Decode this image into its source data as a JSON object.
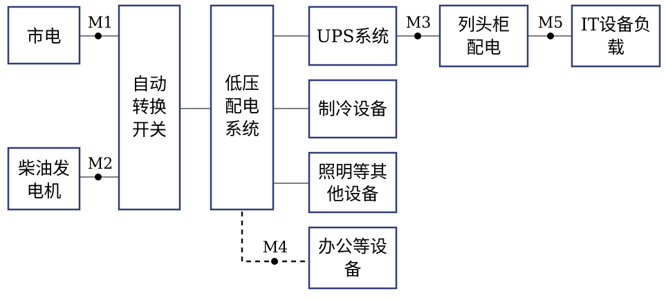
{
  "nodes": {
    "mains": {
      "lines": [
        "市电"
      ]
    },
    "generator": {
      "lines": [
        "柴油发",
        "电机"
      ]
    },
    "ats": {
      "lines": [
        "自动",
        "转换",
        "开关"
      ]
    },
    "lv": {
      "lines": [
        "低压",
        "配电",
        "系统"
      ]
    },
    "ups": {
      "lines": [
        "UPS系统"
      ]
    },
    "cooling": {
      "lines": [
        "制冷设备"
      ]
    },
    "lighting": {
      "lines": [
        "照明等其",
        "他设备"
      ]
    },
    "office": {
      "lines": [
        "办公等设",
        "备"
      ]
    },
    "rowcab": {
      "lines": [
        "列头柜",
        "配电"
      ]
    },
    "itload": {
      "lines": [
        "IT设备负",
        "载"
      ]
    }
  },
  "meters": {
    "m1": "M1",
    "m2": "M2",
    "m3": "M3",
    "m4": "M4",
    "m5": "M5"
  },
  "colors": {
    "box_border": "#2f3d78",
    "line": "#555555",
    "dot": "#000000"
  }
}
